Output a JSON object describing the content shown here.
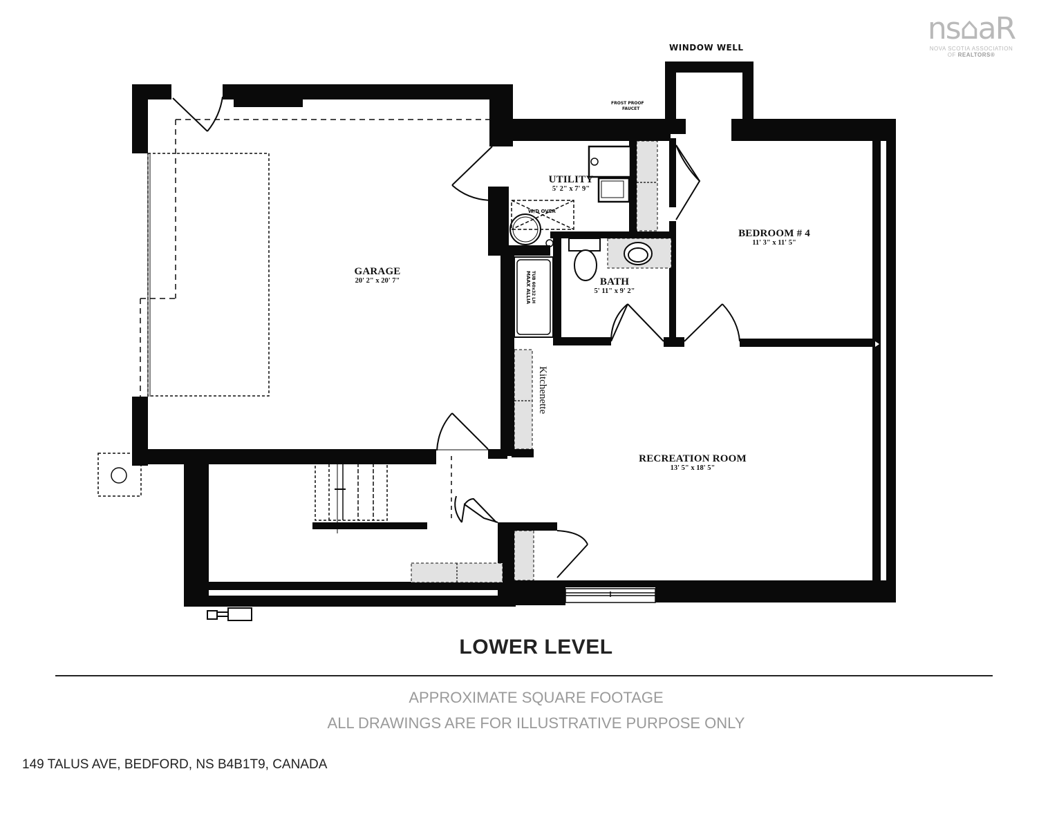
{
  "logo": {
    "mark": "ns⌂aR",
    "line1": "NOVA SCOTIA ASSOCIATION",
    "line2_prefix": "OF ",
    "line2_bold": "REALTORS®"
  },
  "annotations": {
    "window_well": "WINDOW WELL",
    "frost_proof_line1": "FROST PROOF",
    "frost_proof_line2": "FAUCET",
    "kitchenette": "Kitchenette",
    "tub_label": "MAAX ALLIA",
    "tub_model": "TUB 60x32 LH",
    "washer_dryer": "W/D OVER"
  },
  "rooms": [
    {
      "id": "garage",
      "name": "GARAGE",
      "dims": "20' 2\" x 20' 7\""
    },
    {
      "id": "utility",
      "name": "UTILITY",
      "dims": "5' 2\" x 7' 9\""
    },
    {
      "id": "bath",
      "name": "BATH",
      "dims": "5' 11\" x 9' 2\""
    },
    {
      "id": "bedroom4",
      "name": "BEDROOM # 4",
      "dims": "11' 3\" x 11' 5\""
    },
    {
      "id": "recreation",
      "name": "RECREATION ROOM",
      "dims": "13' 5\" x 18' 5\""
    }
  ],
  "footer": {
    "level_title": "LOWER LEVEL",
    "note1": "APPROXIMATE SQUARE FOOTAGE",
    "note2": "ALL DRAWINGS ARE FOR ILLUSTRATIVE PURPOSE ONLY",
    "address": "149 TALUS AVE, BEDFORD, NS B4B1T9, CANADA"
  },
  "colors": {
    "wall": "#0a0a0a",
    "counter_fill": "#e2e2e2",
    "logo_gray": "#b9b9b9",
    "note_gray": "#9a9a9a"
  }
}
